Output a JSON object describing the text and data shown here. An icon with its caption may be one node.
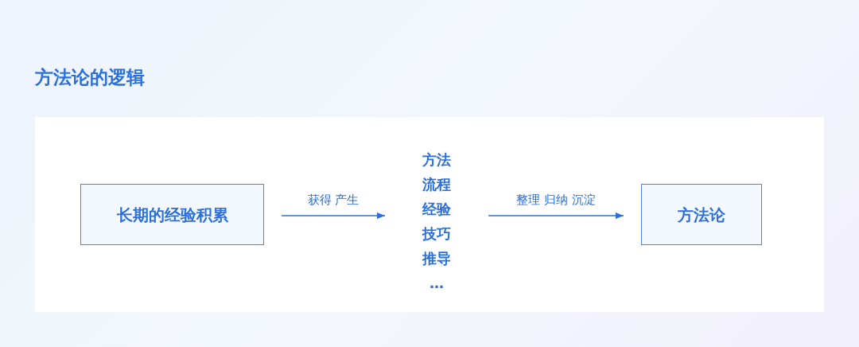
{
  "diagram": {
    "title": "方法论的逻辑",
    "nodes": [
      {
        "text": [
          "长期的经验积累"
        ]
      },
      {
        "text": [
          "方法",
          "流程",
          "经验",
          "技巧",
          "推导",
          "…"
        ]
      },
      {
        "text": [
          "方法论"
        ]
      }
    ],
    "edges": [
      {
        "from": 0,
        "to": 1,
        "arrow": "to",
        "label": "获得 产生"
      },
      {
        "from": 1,
        "to": 2,
        "arrow": "to",
        "label": "整理 归纳 沉淀"
      }
    ]
  }
}
